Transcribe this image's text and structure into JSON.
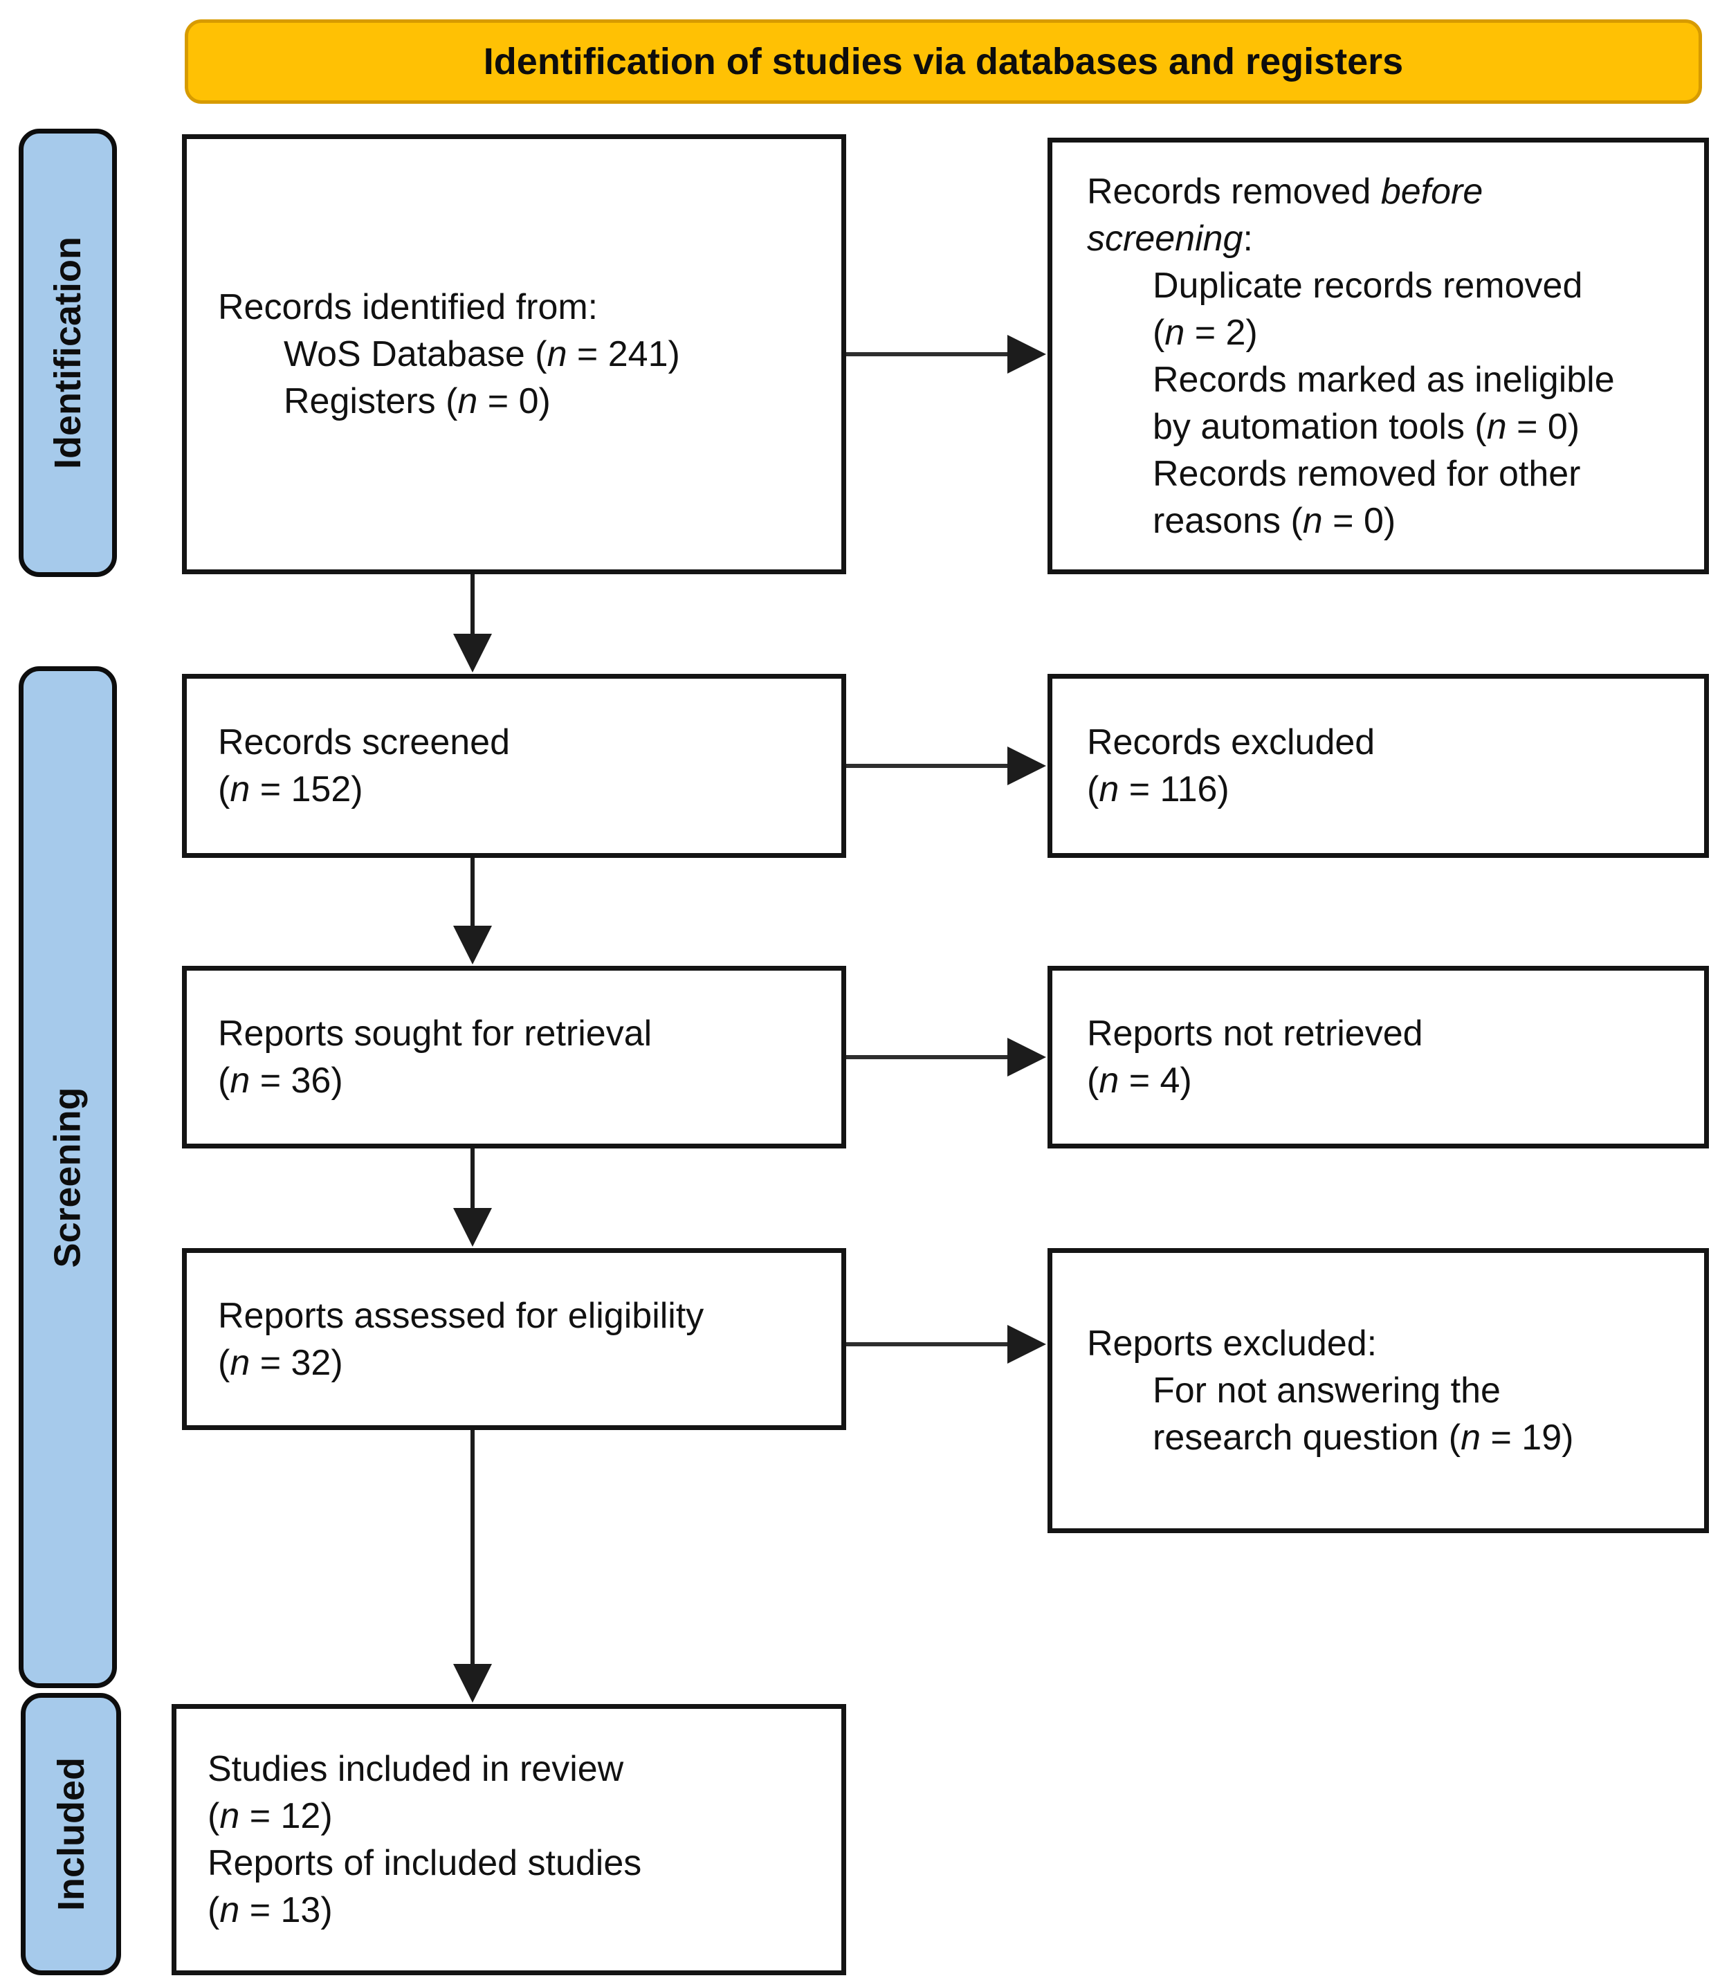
{
  "banner": {
    "title": "Identification of studies via databases and registers"
  },
  "sidebar": {
    "identification": "Identification",
    "screening": "Screening",
    "included": "Included"
  },
  "colors": {
    "banner_bg": "#FFC104",
    "banner_border": "#D79B00",
    "stage_bg": "#A6CAEB",
    "box_border": "#141414",
    "arrow": "#1C1C1C"
  },
  "boxes": {
    "identified": {
      "heading": "Records identified from:",
      "lines": [
        "WoS Database (n = 241)",
        "Registers (n = 0)"
      ]
    },
    "removed_before_screening": {
      "heading_part1": "Records removed ",
      "heading_italic1": "before",
      "heading_italic2": "screening",
      "heading_part2": ":",
      "lines": [
        "Duplicate records removed",
        "(n = 2)",
        "Records marked as ineligible",
        "by automation tools (n = 0)",
        "Records removed for other",
        "reasons (n = 0)"
      ]
    },
    "screened": {
      "lines": [
        "Records screened",
        "(n = 152)"
      ]
    },
    "records_excluded": {
      "lines": [
        "Records excluded",
        "(n = 116)"
      ]
    },
    "sought": {
      "lines": [
        "Reports sought for retrieval",
        "(n = 36)"
      ]
    },
    "not_retrieved": {
      "lines": [
        "Reports not retrieved",
        "(n = 4)"
      ]
    },
    "assessed": {
      "lines": [
        "Reports assessed for eligibility",
        "(n = 32)"
      ]
    },
    "reports_excluded": {
      "heading": "Reports excluded:",
      "lines": [
        "For not answering the",
        "research question (n = 19)"
      ]
    },
    "included_studies": {
      "lines": [
        "Studies included in review",
        "(n = 12)",
        "Reports of included studies",
        "(n = 13)"
      ]
    }
  }
}
